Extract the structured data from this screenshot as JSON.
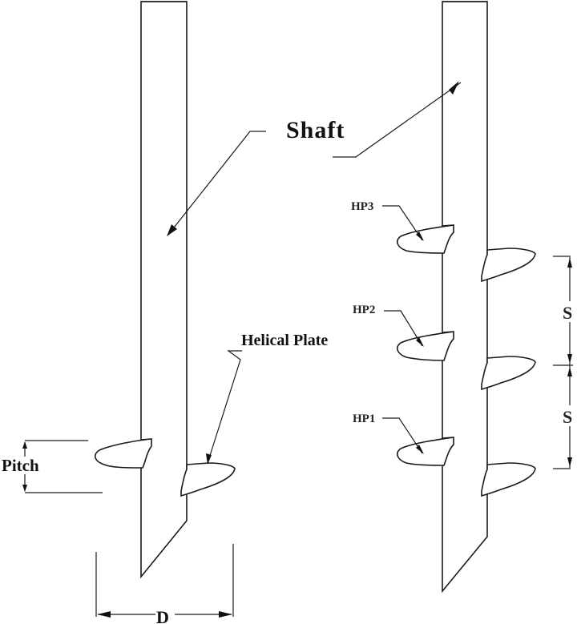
{
  "diagram": {
    "type": "helical pile schematic",
    "labels": {
      "shaft": "Shaft",
      "helical_plate": "Helical Plate",
      "pitch": "Pitch",
      "diameter": "D",
      "spacing_upper": "S",
      "spacing_lower": "S",
      "hp3": "HP3",
      "hp2": "HP2",
      "hp1": "HP1"
    },
    "piles": [
      {
        "id": "single-helix-pile",
        "helix_count": 1,
        "annotations": [
          "Shaft",
          "Helical Plate",
          "Pitch",
          "D"
        ]
      },
      {
        "id": "multi-helix-pile",
        "helix_count": 3,
        "annotations": [
          "Shaft",
          "HP3",
          "HP2",
          "HP1",
          "S",
          "S"
        ]
      }
    ],
    "colors": {
      "line": "#1a1a1a",
      "background": "#ffffff"
    }
  }
}
